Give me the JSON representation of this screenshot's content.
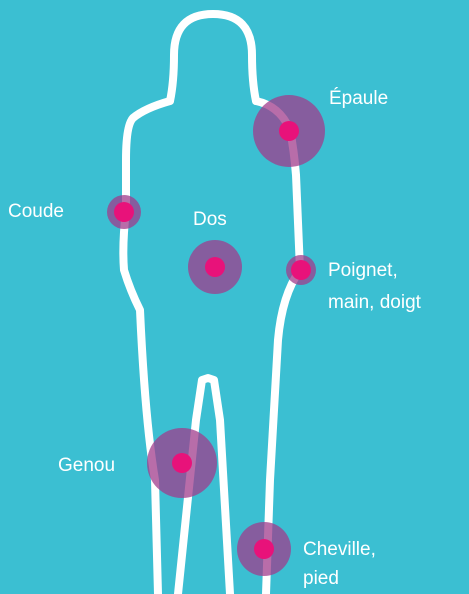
{
  "colors": {
    "background": "#3bbfd2",
    "outline": "#ffffff",
    "hotspot_core": "#e8127a",
    "hotspot_halo": "#a03c8c"
  },
  "labels": {
    "epaule": "Épaule",
    "coude": "Coude",
    "dos": "Dos",
    "poignet_line1": "Poignet,",
    "poignet_line2": "main, doigt",
    "genou": "Genou",
    "cheville_line1": "Cheville,",
    "cheville_line2": "pied"
  }
}
